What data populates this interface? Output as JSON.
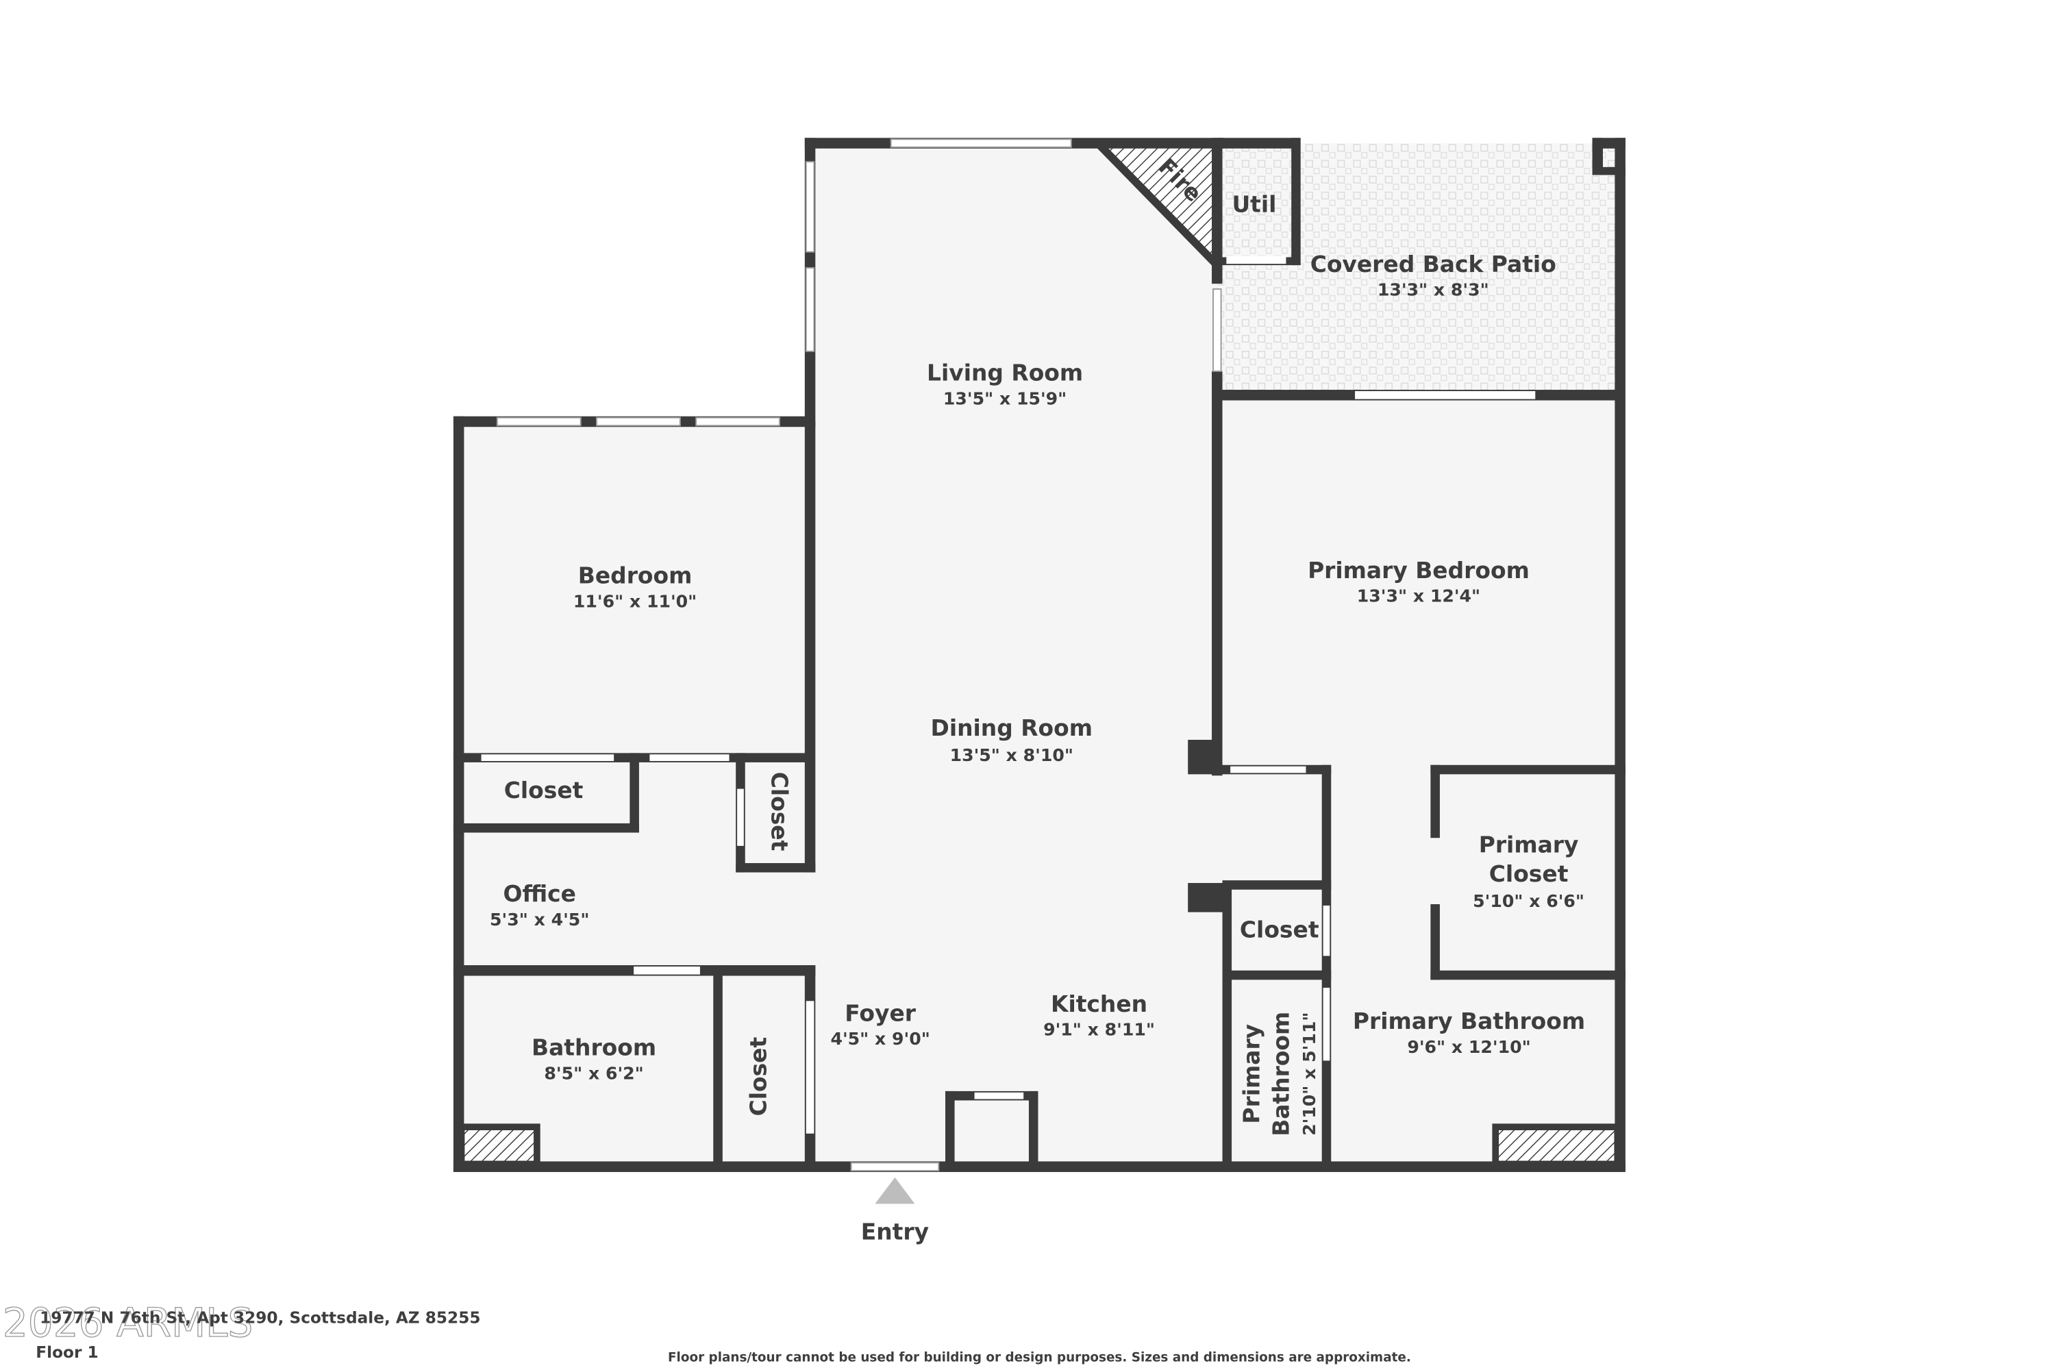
{
  "rooms": {
    "living_room": {
      "name": "Living Room",
      "dims": "13'5\" x 15'9\""
    },
    "dining_room": {
      "name": "Dining Room",
      "dims": "13'5\" x 8'10\""
    },
    "bedroom": {
      "name": "Bedroom",
      "dims": "11'6\" x 11'0\""
    },
    "office": {
      "name": "Office",
      "dims": "5'3\" x 4'5\""
    },
    "bathroom": {
      "name": "Bathroom",
      "dims": "8'5\" x 6'2\""
    },
    "foyer": {
      "name": "Foyer",
      "dims": "4'5\" x 9'0\""
    },
    "kitchen": {
      "name": "Kitchen",
      "dims": "9'1\" x 8'11\""
    },
    "patio": {
      "name": "Covered Back Patio",
      "dims": "13'3\" x 8'3\""
    },
    "primary_bedroom": {
      "name": "Primary Bedroom",
      "dims": "13'3\" x 12'4\""
    },
    "primary_closet": {
      "name_line1": "Primary",
      "name_line2": "Closet",
      "dims": "5'10\" x 6'6\""
    },
    "primary_bathroom": {
      "name": "Primary Bathroom",
      "dims": "9'6\" x 12'10\""
    },
    "primary_bathroom_small": {
      "name_line1": "Primary",
      "name_line2": "Bathroom",
      "dims": "2'10\" x 5'11\""
    },
    "closet_bedroom": {
      "name": "Closet"
    },
    "closet_vertical": {
      "name": "Closet"
    },
    "closet_hall": {
      "name": "Closet"
    },
    "closet_bath": {
      "name": "Closet"
    },
    "util": {
      "name": "Util"
    },
    "fire": {
      "name": "Fire"
    }
  },
  "entry": {
    "label": "Entry"
  },
  "footer": {
    "address": "19777 N 76th St, Apt 3290, Scottsdale, AZ 85255",
    "floor": "Floor 1",
    "disclaimer": "Floor plans/tour cannot be used for building or design purposes. Sizes and dimensions are approximate.",
    "watermark": "2026 ARMLS"
  },
  "colors": {
    "wall": "#3b3b3b",
    "floor": "#f5f5f5",
    "text": "#3e3e3e"
  }
}
